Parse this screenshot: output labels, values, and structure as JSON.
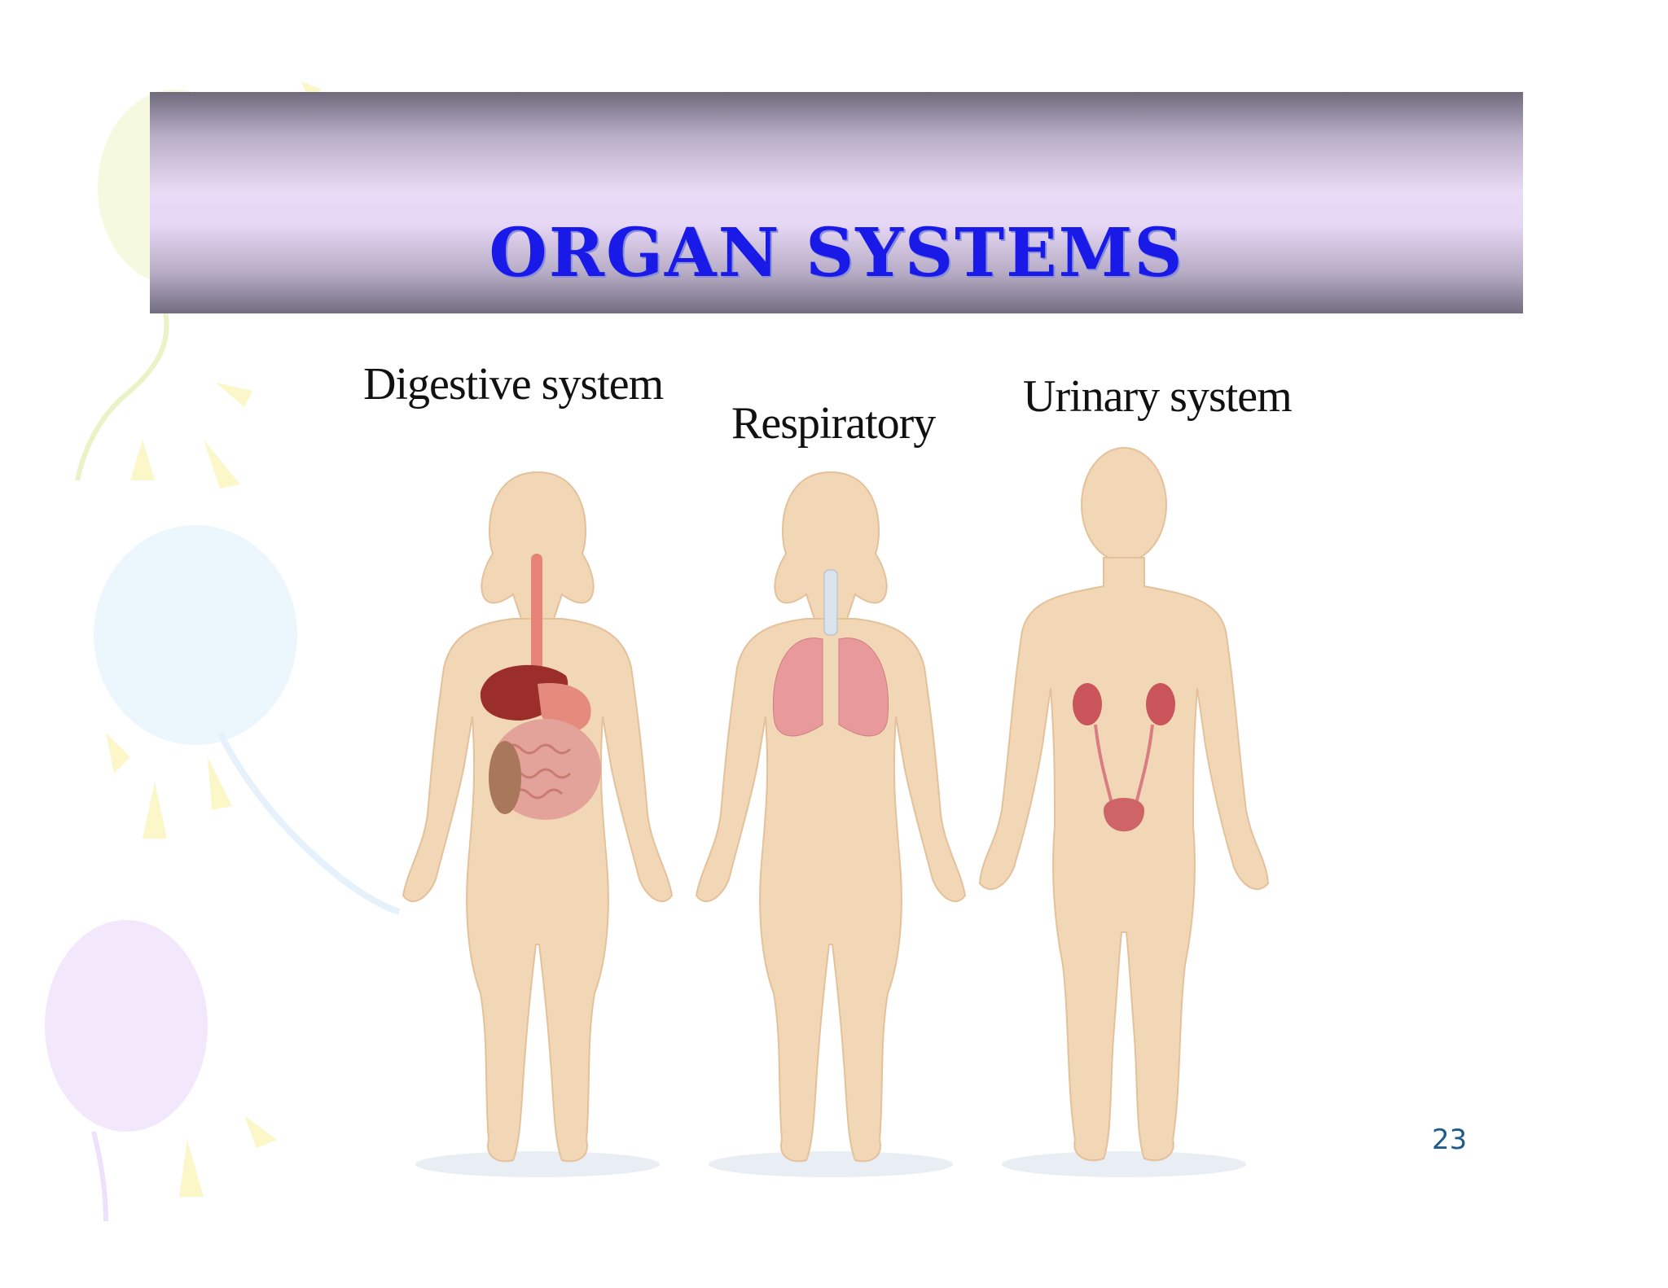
{
  "slide": {
    "title": "ORGAN SYSTEMS",
    "labels": {
      "digestive": "Digestive system",
      "respiratory": "Respiratory",
      "urinary": "Urinary system"
    },
    "page_number": "23"
  },
  "figures": [
    {
      "name": "female-figure-digestive",
      "highlighted_organs": [
        "esophagus",
        "liver",
        "stomach",
        "intestines"
      ]
    },
    {
      "name": "female-figure-respiratory",
      "highlighted_organs": [
        "trachea",
        "lungs"
      ]
    },
    {
      "name": "male-figure-urinary",
      "highlighted_organs": [
        "kidneys",
        "ureters",
        "bladder"
      ]
    }
  ],
  "colors": {
    "title_text": "#1a1ae8",
    "skin": "#f2d7b6",
    "organ": "#d96a6a"
  }
}
